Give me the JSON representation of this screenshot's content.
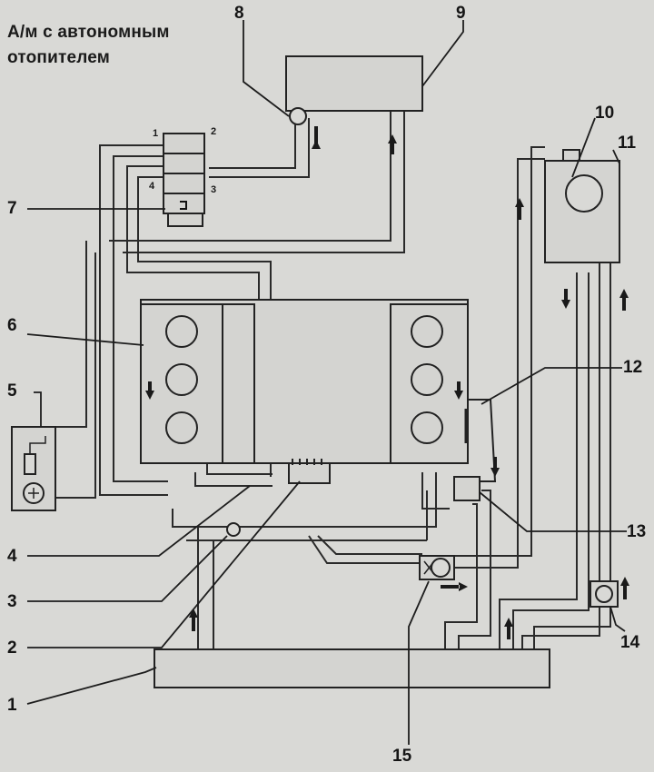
{
  "title_lines": [
    "А/м с автономным",
    "отопителем"
  ],
  "callouts": {
    "c1": "1",
    "c2": "2",
    "c3": "3",
    "c4": "4",
    "c5": "5",
    "c6": "6",
    "c7": "7",
    "c8": "8",
    "c9": "9",
    "c10": "10",
    "c11": "11",
    "c12": "12",
    "c13": "13",
    "c14": "14",
    "c15": "15"
  },
  "valve_ports": {
    "p1": "1",
    "p2": "2",
    "p3": "3",
    "p4": "4"
  }
}
